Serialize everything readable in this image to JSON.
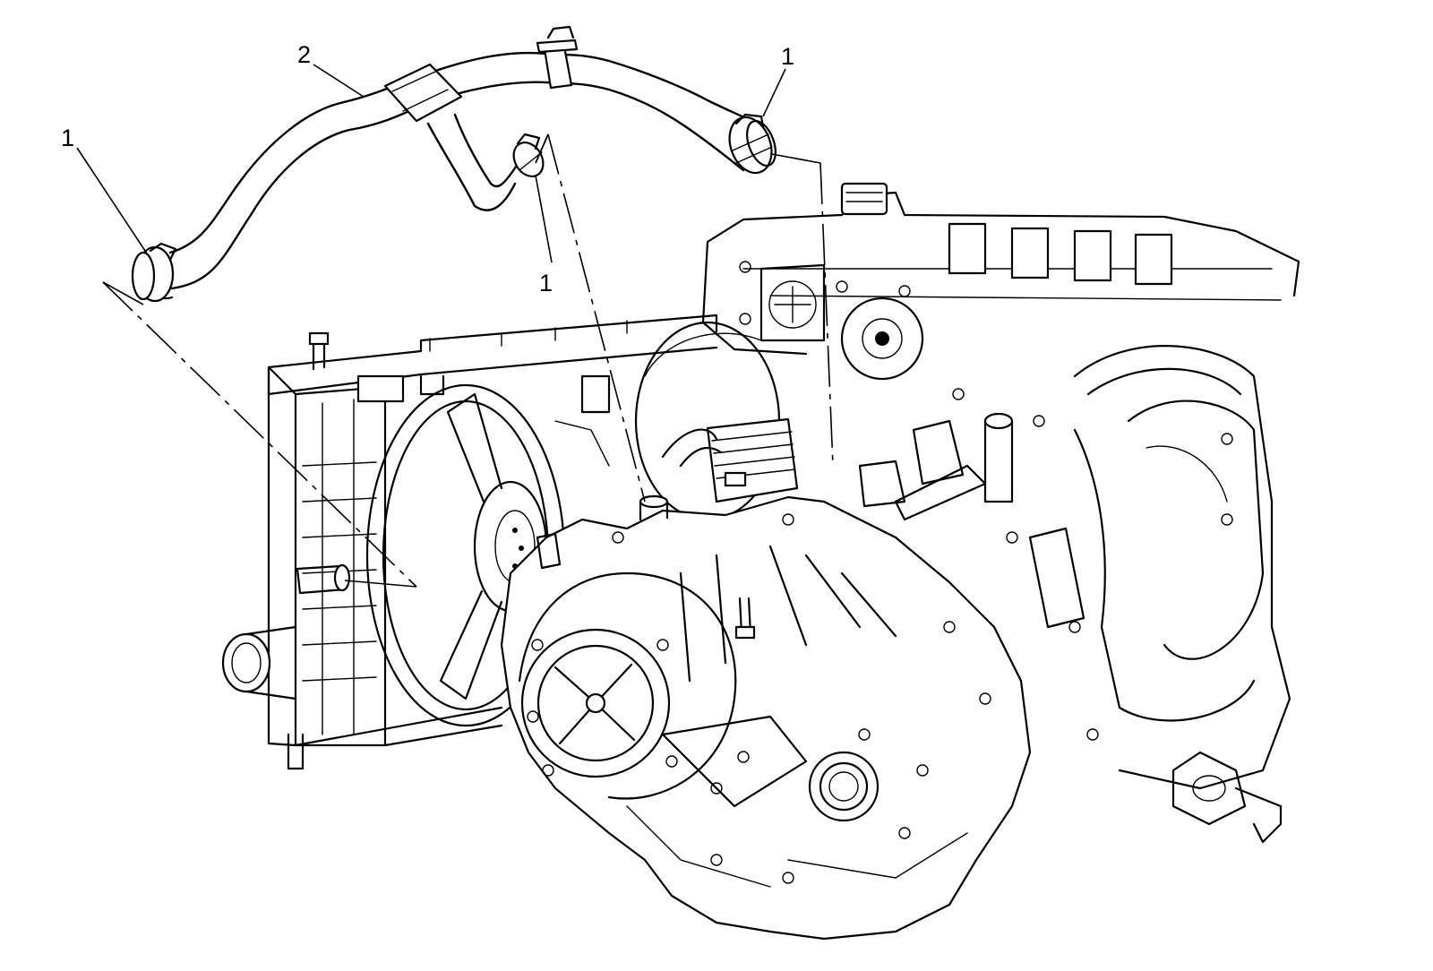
{
  "callouts": {
    "clamp_left": "1",
    "hose": "2",
    "clamp_right": "1",
    "clamp_middle": "1"
  }
}
